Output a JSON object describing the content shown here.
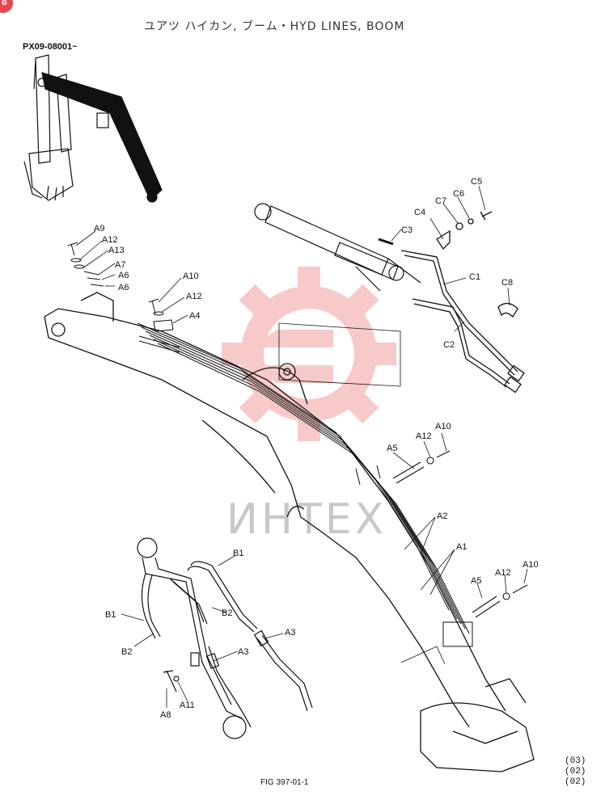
{
  "header": {
    "title": "ユアツ ハイカン, ブーム・HYD LINES, BOOM",
    "serial": "PX09-08001~",
    "badge": "8"
  },
  "footer": {
    "figure_id": "FIG 397-01-1",
    "revisions": [
      "(03)",
      "(02)",
      "(02)"
    ]
  },
  "watermark": {
    "text": "ИНТЕХ",
    "color": "#f0a8a8"
  },
  "callouts": {
    "a9": "A9",
    "a12_top": "A12",
    "a13": "A13",
    "a7": "A7",
    "a6_1": "A6",
    "a6_2": "A6",
    "a10_top": "A10",
    "a12_mid": "A12",
    "a4": "A4",
    "c3": "C3",
    "c4": "C4",
    "c7": "C7",
    "c6": "C6",
    "c5": "C5",
    "c1": "C1",
    "c8": "C8",
    "c2": "C2",
    "a5_top": "A5",
    "a12_r1": "A12",
    "a10_r1": "A10",
    "a2": "A2",
    "a1": "A1",
    "a5_low": "A5",
    "a12_r2": "A12",
    "a10_r2": "A10",
    "b1_right": "B1",
    "b1_left": "B1",
    "b2_right": "B2",
    "b2_left": "B2",
    "a3_right": "A3",
    "a3_left": "A3",
    "a8": "A8",
    "a11": "A11"
  }
}
